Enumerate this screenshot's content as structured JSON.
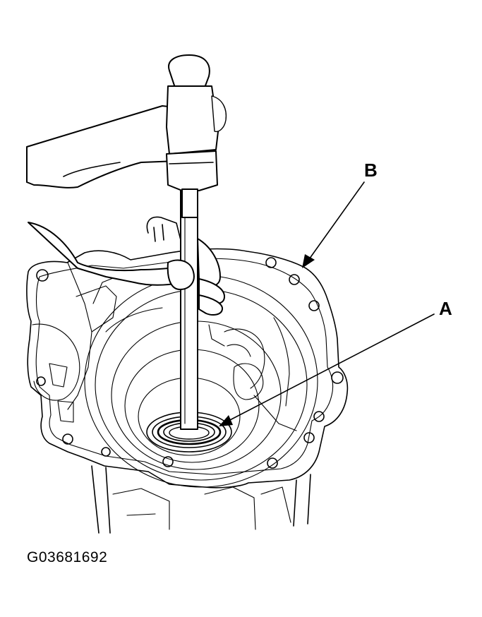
{
  "callouts": {
    "a": "A",
    "b": "B"
  },
  "figure_id": "G03681692"
}
